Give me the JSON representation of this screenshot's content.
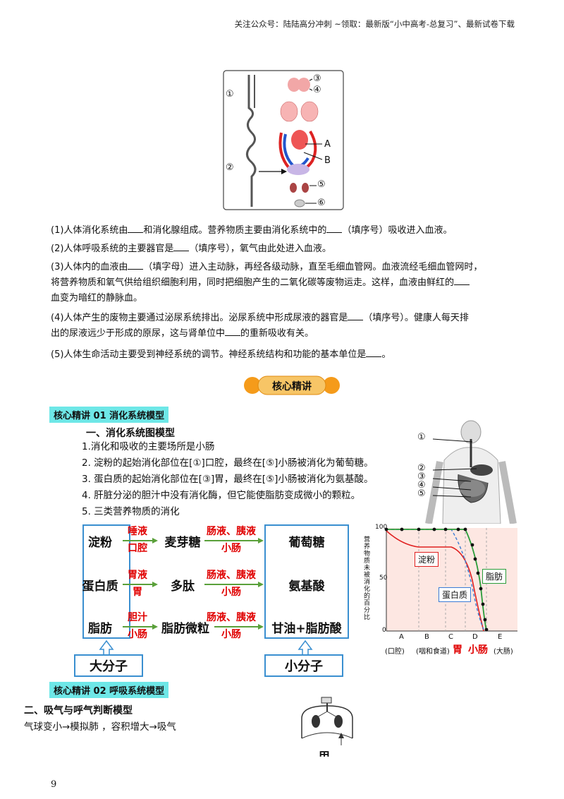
{
  "header": "关注公众号：陆陆高分冲刺  ~领取：最新版“小中高考-总复习”、最新试卷下载",
  "figure_top": {
    "markers": [
      "①",
      "②",
      "③",
      "④",
      "⑤",
      "⑥",
      "A",
      "B"
    ]
  },
  "questions": [
    {
      "p1": "(1)人体消化系统由",
      "p2": "和消化腺组成。营养物质主要由消化系统中的",
      "p3": "（填序号）吸收进入血液。"
    },
    {
      "p1": "(2)人体呼吸系统的主要器官是",
      "p2": "（填序号），氧气由此处进入血液。"
    },
    {
      "p1": "(3)人体内的血液由",
      "p2": "（填字母）进入主动脉，再经各级动脉，直至毛细血管网。血液流经毛细血管网时，",
      "p3": "将营养物质和氧气供给组织细胞利用，同时把细胞产生的二氧化碳等废物运走。这样，血液由鲜红的",
      "p4": "血变为暗红的静脉血。"
    },
    {
      "p1": "(4)人体产生的废物主要通过泌尿系统排出。泌尿系统中形成尿液的器官是",
      "p2": "（填序号）。健康人每天排",
      "p3": "出的尿液远少于形成的原尿，这与肾单位中",
      "p4": "的重新吸收有关。"
    },
    {
      "p1": "(5)人体生命活动主要受到神经系统的调节。神经系统结构和功能的基本单位是",
      "p2": "。"
    }
  ],
  "core_badge": "核心精讲",
  "section1": {
    "title": "核心精讲 01  消化系统模型",
    "subtitle": "一、消化系统图模型",
    "points": [
      "1.消化和吸收的主要场所是小肠",
      "2. 淀粉的起始消化部位在[①]口腔，最终在[⑤]小肠被消化为葡萄糖。",
      "3. 蛋白质的起始消化部位在[③]胃，最终在[⑤]小肠被消化为氨基酸。",
      "4. 肝脏分泌的胆汁中没有消化酶，但它能使脂肪变成微小的颗粒。",
      "5. 三类营养物质的消化"
    ],
    "body_markers": [
      "①",
      "②",
      "③",
      "④",
      "⑤"
    ]
  },
  "flow": {
    "left": [
      "淀粉",
      "蛋白质",
      "脂肪"
    ],
    "mid": [
      "麦芽糖",
      "多肽",
      "脂肪微粒"
    ],
    "right": [
      "葡萄糖",
      "氨基酸",
      "甘油+脂肪酸"
    ],
    "enz1": [
      [
        "唾液",
        "口腔"
      ],
      [
        "胃液",
        "胃"
      ],
      [
        "胆汁",
        "小肠"
      ]
    ],
    "enz2": [
      [
        "肠液、胰液",
        "小肠"
      ],
      [
        "肠液、胰液",
        "小肠"
      ],
      [
        "肠液、胰液",
        "小肠"
      ]
    ],
    "bottom_left": "大分子",
    "bottom_right": "小分子"
  },
  "chart_data": {
    "type": "line",
    "ylabel": "营养物质未被消化的百分比",
    "ylim": [
      0,
      100
    ],
    "yticks": [
      "100",
      "50",
      "0"
    ],
    "categories": [
      "A",
      "B",
      "C",
      "D",
      "E"
    ],
    "category_notes": [
      "(口腔)",
      "(咽和食道)",
      "胃",
      "",
      "(大肠)"
    ],
    "extra_label": "小肠",
    "series": [
      {
        "name": "淀粉",
        "color": "#e02020"
      },
      {
        "name": "蛋白质",
        "color": "#3a7bd5"
      },
      {
        "name": "脂肪",
        "color": "#2a9d3a"
      }
    ]
  },
  "section2": {
    "title": "核心精讲 02  呼吸系统模型",
    "subtitle": "二、吸气与呼气判断模型",
    "line": "气球变小→模拟肺    ，容积增大→吸气",
    "fig_label": "甲"
  },
  "page_number": "9"
}
